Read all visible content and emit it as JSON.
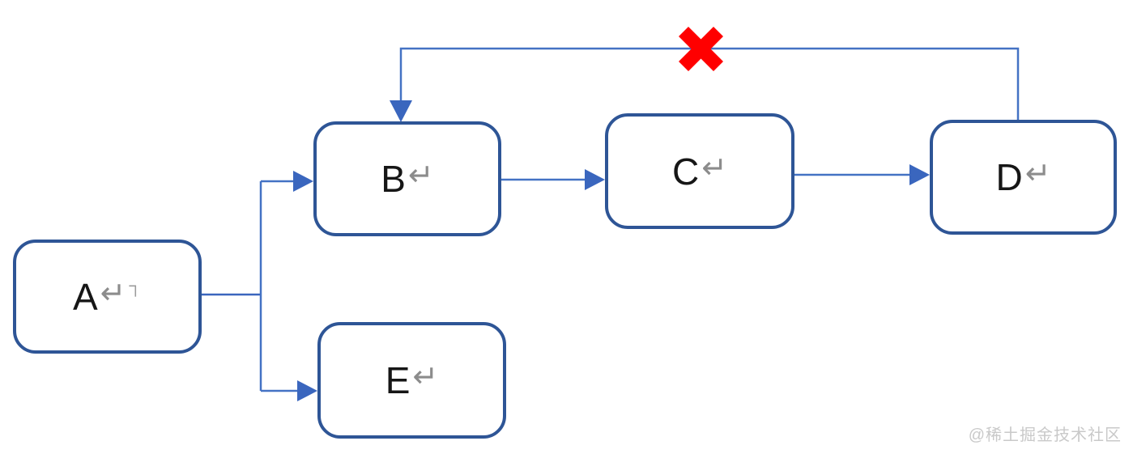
{
  "diagram": {
    "type": "flowchart",
    "nodes": [
      {
        "id": "A",
        "label": "A",
        "return_mark": "↵",
        "caret_mark": "┐"
      },
      {
        "id": "B",
        "label": "B",
        "return_mark": "↵"
      },
      {
        "id": "C",
        "label": "C",
        "return_mark": "↵"
      },
      {
        "id": "D",
        "label": "D",
        "return_mark": "↵"
      },
      {
        "id": "E",
        "label": "E",
        "return_mark": "↵"
      }
    ],
    "edges": [
      {
        "from": "A",
        "to": "B",
        "style": "elbow-branch"
      },
      {
        "from": "A",
        "to": "E",
        "style": "elbow-branch"
      },
      {
        "from": "B",
        "to": "C",
        "style": "straight"
      },
      {
        "from": "C",
        "to": "D",
        "style": "straight"
      },
      {
        "from": "D",
        "to": "B",
        "style": "top-feedback",
        "status": "blocked",
        "marker": "red-x"
      }
    ],
    "colors": {
      "node_border": "#2E5596",
      "connector": "#4472C4",
      "arrowhead": "#3A66BE",
      "blocked_marker": "#FF0000",
      "return_mark": "#8C8C8C"
    }
  },
  "watermark": {
    "text": "@稀土掘金技术社区"
  }
}
